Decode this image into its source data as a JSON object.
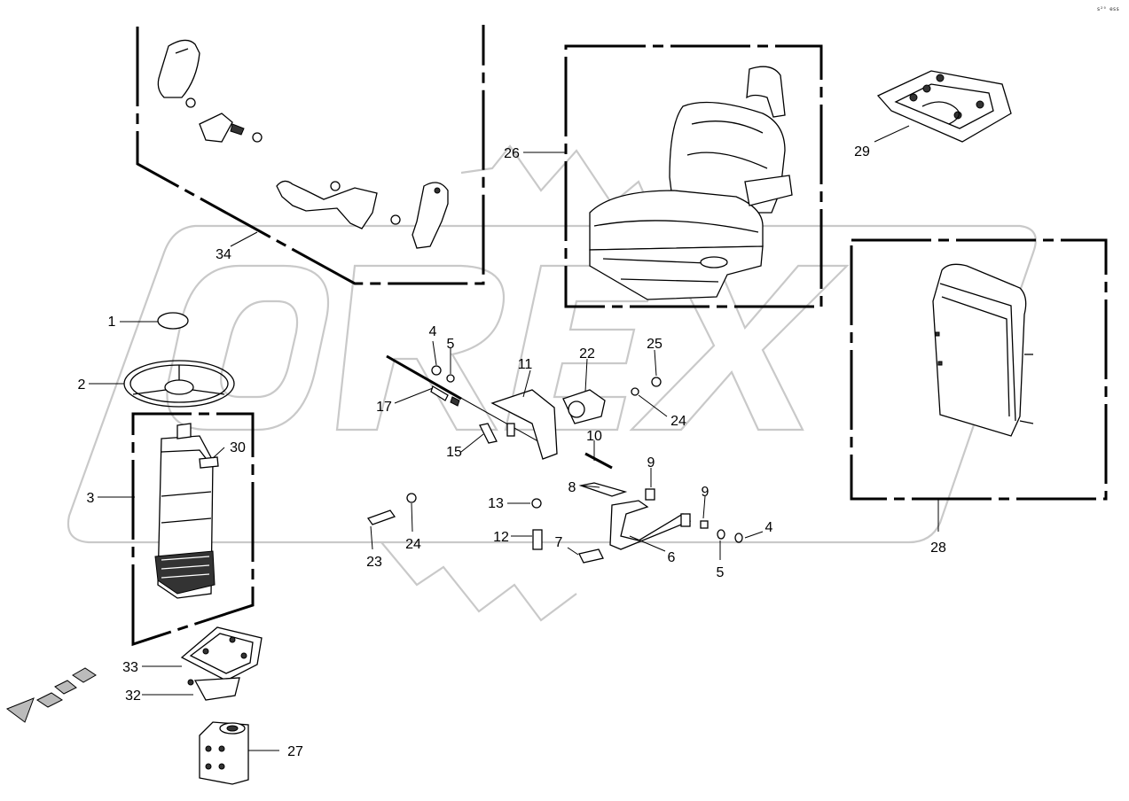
{
  "corner_code": "s²⁰ ess",
  "watermark_text": "OREX",
  "callouts": [
    "1",
    "2",
    "3",
    "4",
    "5",
    "22",
    "11",
    "25",
    "17",
    "24",
    "15",
    "10",
    "9",
    "8",
    "13",
    "12",
    "7",
    "6",
    "23",
    "24",
    "9",
    "4",
    "5",
    "26",
    "29",
    "28",
    "30",
    "34",
    "33",
    "32",
    "27"
  ]
}
